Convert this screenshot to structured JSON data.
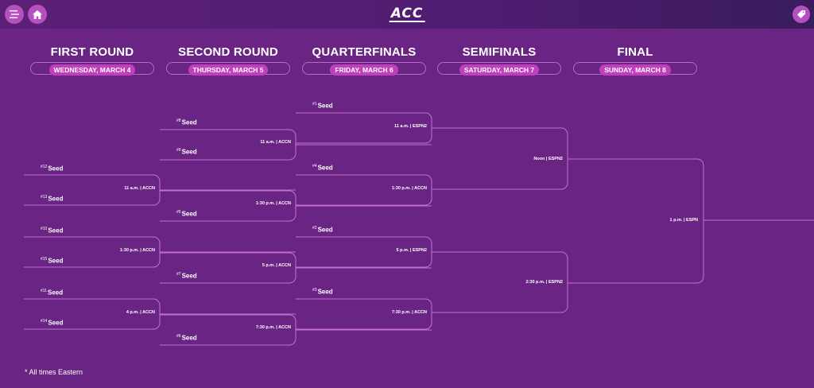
{
  "header": {
    "logo_text": "ACC"
  },
  "rounds": [
    {
      "title": "FIRST ROUND",
      "date": "WEDNESDAY, MARCH 4"
    },
    {
      "title": "SECOND ROUND",
      "date": "THURSDAY, MARCH 5"
    },
    {
      "title": "QUARTERFINALS",
      "date": "FRIDAY, MARCH 6"
    },
    {
      "title": "SEMIFINALS",
      "date": "SATURDAY, MARCH 7"
    },
    {
      "title": "FINAL",
      "date": "SUNDAY, MARCH 8"
    }
  ],
  "first_round": {
    "slots": [
      {
        "seed": "#12",
        "label": "Seed"
      },
      {
        "seed": "#13",
        "label": "Seed"
      },
      {
        "seed": "#10",
        "label": "Seed"
      },
      {
        "seed": "#15",
        "label": "Seed"
      },
      {
        "seed": "#11",
        "label": "Seed"
      },
      {
        "seed": "#14",
        "label": "Seed"
      }
    ],
    "games": [
      "11 a.m. | ACCN",
      "1:30 p.m. | ACCN",
      "4 p.m. | ACCN"
    ]
  },
  "second_round": {
    "slots": [
      {
        "seed": "#8",
        "label": "Seed"
      },
      {
        "seed": "#9",
        "label": "Seed"
      },
      {
        "seed": "#5",
        "label": "Seed"
      },
      {
        "seed": "#7",
        "label": "Seed"
      },
      {
        "seed": "#6",
        "label": "Seed"
      }
    ],
    "games": [
      "11 a.m. | ACCN",
      "1:30 p.m. | ACCN",
      "5 p.m. | ACCN",
      "7:30 p.m. | ACCN"
    ]
  },
  "quarterfinals": {
    "slots": [
      {
        "seed": "#1",
        "label": "Seed"
      },
      {
        "seed": "#4",
        "label": "Seed"
      },
      {
        "seed": "#2",
        "label": "Seed"
      },
      {
        "seed": "#3",
        "label": "Seed"
      }
    ],
    "games": [
      "11 a.m. | ESPN2",
      "1:30 p.m. | ACCN",
      "5 p.m. | ESPN2",
      "7:30 p.m. | ACCN"
    ]
  },
  "semifinals": {
    "games": [
      "Noon | ESPN2",
      "2:30 p.m. | ESPN2"
    ]
  },
  "final": {
    "games": [
      "1 p.m. | ESPN"
    ]
  },
  "footnote": "* All times Eastern",
  "colors": {
    "background": "#6a2584",
    "accent": "#c13fbd",
    "bracket_line": "#c56fd2",
    "button": "#b54fc2"
  },
  "icons": [
    "menu-icon",
    "home-icon",
    "tag-icon"
  ]
}
